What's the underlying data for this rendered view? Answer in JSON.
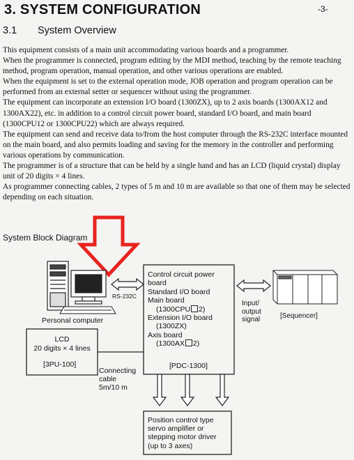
{
  "header": {
    "section_title": "3.  SYSTEM CONFIGURATION",
    "page_number": "-3-"
  },
  "subsection": {
    "number": "3.1",
    "title": "System Overview"
  },
  "paragraphs": [
    "This equipment consists of a main unit accommodating various boards and a programmer.",
    "When the programmer is connected, program editing by the MDI method, teaching by the remote teaching method, program operation, manual operation, and other various operations are enabled.",
    "When the equipment is set to the external operation mode, JOB operation and program operation can be performed from an external setter or sequencer without using the programmer.",
    "The equipment can incorporate an extension I/O board (1300ZX), up to 2 axis boards (1300AX12 and 1300AX22), etc. in addition to a control circuit power board, standard I/O board, and main board (1300CPU12 or 1300CPU22) which are always required.",
    "The equipment can send and receive data to/from the host computer through the RS-232C interface mounted on the main board, and also permits loading and saving for the memory in the controller and performing various operations by communication.",
    "The programmer is of a structure that can be held by a single hand and has an LCD (liquid crystal) display unit of 20 digits × 4 lines.",
    "As programmer connecting cables, 2 types of 5 m and 10 m are available so that one of them may be selected depending on each situation."
  ],
  "diagram": {
    "title": "System Block Diagram",
    "personal_computer_label": "Personal computer",
    "rs232c_label": "RS-232C",
    "main_unit_lines": [
      "Control circuit power",
      "board",
      "Standard I/O board",
      "Main board"
    ],
    "main_board_model": "(1300CPU",
    "main_board_suffix": "2)",
    "extension_lines": [
      "Extension I/O board",
      "(1300ZX)",
      "Axis board"
    ],
    "axis_board_model": "(1300AX",
    "axis_board_suffix": "2)",
    "main_unit_name": "[PDC-1300]",
    "io_signal_lines": [
      "Input/",
      "output",
      "signal"
    ],
    "sequencer_label": "[Sequencer]",
    "lcd_lines": [
      "LCD",
      "20 digits × 4 lines"
    ],
    "lcd_name": "[3PU-100]",
    "cable_lines": [
      "Connecting",
      "cable",
      "5m/10 m"
    ],
    "driver_lines": [
      "Position control type",
      "servo amplifier or",
      "stepping motor driver",
      "(up to 3 axes)"
    ]
  },
  "colors": {
    "highlight_arrow": "#e8231e",
    "ink": "#111111",
    "paper": "#f4f4f2"
  }
}
